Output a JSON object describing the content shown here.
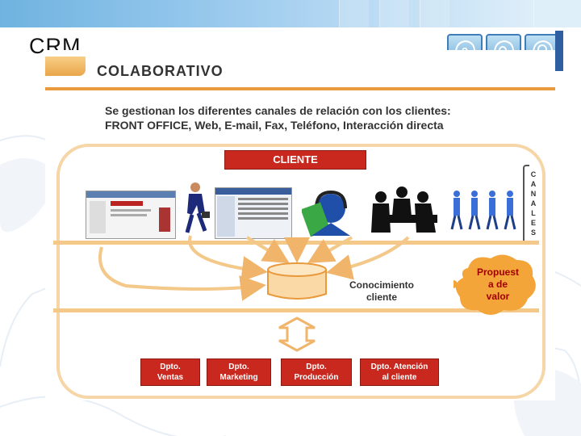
{
  "header": {
    "title": "CRM"
  },
  "slide": {
    "section_title": "COLABORATIVO",
    "intro_line1": "Se gestionan los diferentes canales de relación con los clientes:",
    "intro_line2": "FRONT OFFICE, Web, E-mail, Fax, Teléfono, Interacción directa",
    "cliente_label": "CLIENTE",
    "canales_letters": [
      "C",
      "A",
      "N",
      "A",
      "L",
      "E",
      "S"
    ],
    "knowledge_line1": "Conocimiento",
    "knowledge_line2": "cliente",
    "value_line1": "Propuest",
    "value_line2": "a de",
    "value_line3": "valor",
    "departments": [
      {
        "line1": "Dpto.",
        "line2": "Ventas"
      },
      {
        "line1": "Dpto.",
        "line2": "Marketing"
      },
      {
        "line1": "Dpto.",
        "line2": "Producción"
      },
      {
        "line1": "Dpto. Atención",
        "line2": "al cliente"
      }
    ]
  },
  "colors": {
    "accent_orange": "#e89a3c",
    "frame_peach": "#f6d6a6",
    "dept_red": "#c8281e",
    "value_red": "#a00000"
  },
  "icons": [
    "head-question-icon",
    "head-gears-icon",
    "head-lightbulb-icon"
  ]
}
